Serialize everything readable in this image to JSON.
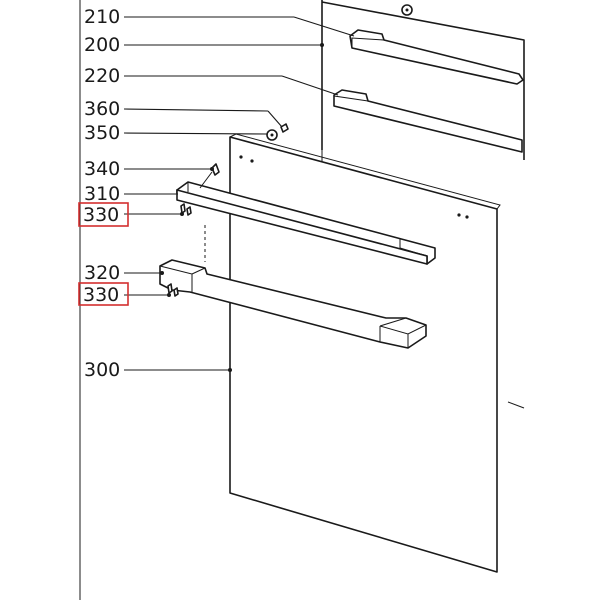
{
  "colors": {
    "line": "#1a1a1a",
    "highlight": "#d32f2f",
    "background": "#ffffff"
  },
  "labels": {
    "l210": "210",
    "l200": "200",
    "l220": "220",
    "l360": "360",
    "l350": "350",
    "l340": "340",
    "l310": "310",
    "l330a": "330",
    "l320": "320",
    "l330b": "330",
    "l300": "300"
  },
  "highlighted": [
    "330",
    "330"
  ]
}
